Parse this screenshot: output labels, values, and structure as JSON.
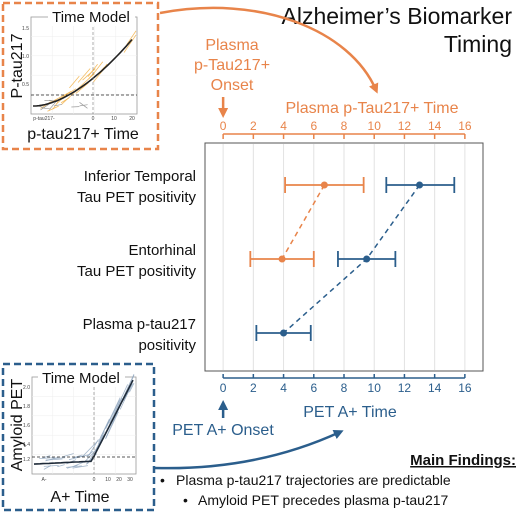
{
  "title_line1": "Alzheimer’s Biomarker",
  "title_line2": "Timing",
  "colors": {
    "orange": "#E8844A",
    "blue": "#2B5E8C",
    "grid": "#E2E2E2",
    "axis": "#555555",
    "text": "#111111"
  },
  "inset_tau": {
    "title": "Time Model",
    "ylabel": "P-tau217",
    "xlabel": "p-tau217+ Time",
    "yticks": [
      "1.5",
      "1.0",
      "0.5"
    ],
    "xticks": [
      "p-tau217-",
      "0",
      "10",
      "20"
    ]
  },
  "inset_amyloid": {
    "title": "Time Model",
    "ylabel": "Amyloid PET",
    "xlabel": "A+ Time",
    "yticks": [
      "2.0",
      "1.8",
      "1.6",
      "1.4",
      "1.2"
    ],
    "xticks": [
      "A-",
      "0",
      "10",
      "20",
      "30"
    ]
  },
  "annotations": {
    "plasma_onset_line1": "Plasma",
    "plasma_onset_line2": "p-Tau217+",
    "plasma_onset_line3": "Onset",
    "pet_onset": "PET A+ Onset"
  },
  "chart_data": {
    "type": "scatter",
    "categories": [
      "Inferior Temporal Tau PET positivity",
      "Entorhinal Tau PET positivity",
      "Plasma p-tau217 positivity"
    ],
    "category_lines": [
      [
        "Inferior Temporal",
        "Tau PET positivity"
      ],
      [
        "Entorhinal",
        "Tau PET positivity"
      ],
      [
        "Plasma p-tau217",
        "positivity"
      ]
    ],
    "top_axis": {
      "label": "Plasma p-Tau217+ Time",
      "ticks": [
        0,
        2,
        4,
        6,
        8,
        10,
        12,
        14,
        16
      ],
      "range": [
        -1.2,
        17.2
      ]
    },
    "bottom_axis": {
      "label": "PET A+ Time",
      "ticks": [
        0,
        2,
        4,
        6,
        8,
        10,
        12,
        14,
        16
      ],
      "range": [
        -1.2,
        17.2
      ]
    },
    "series": [
      {
        "axis": "top",
        "color": "#E8844A",
        "points": [
          {
            "category": 0,
            "value": 6.7,
            "low": 4.1,
            "high": 9.3
          },
          {
            "category": 1,
            "value": 3.9,
            "low": 1.8,
            "high": 6.0
          }
        ]
      },
      {
        "axis": "bottom",
        "color": "#2B5E8C",
        "points": [
          {
            "category": 0,
            "value": 13.0,
            "low": 10.8,
            "high": 15.3
          },
          {
            "category": 1,
            "value": 9.5,
            "low": 7.6,
            "high": 11.4
          },
          {
            "category": 2,
            "value": 4.0,
            "low": 2.2,
            "high": 5.8
          }
        ]
      }
    ],
    "grid": true
  },
  "findings": {
    "heading": "Main Findings:",
    "items": [
      "Plasma p-tau217 trajectories are predictable",
      "Amyloid PET precedes plasma p-tau217"
    ]
  }
}
